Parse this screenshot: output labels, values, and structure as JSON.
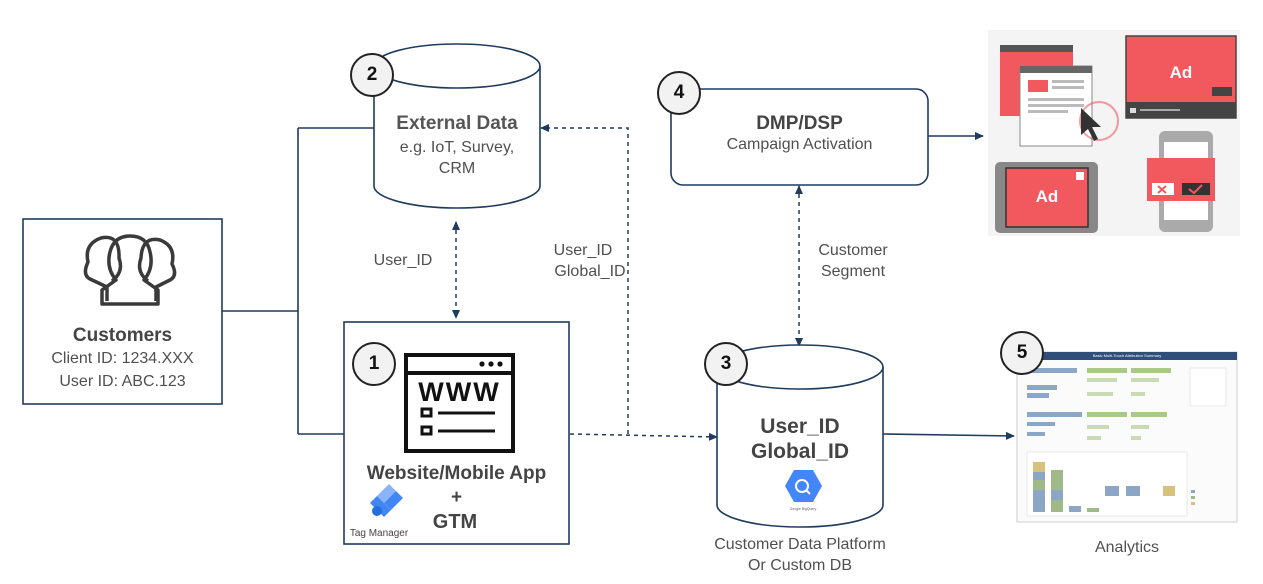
{
  "customers": {
    "title": "Customers",
    "client_id": "Client ID: 1234.XXX",
    "user_id": "User ID: ABC.123",
    "icon": "users-icon"
  },
  "website": {
    "step": "1",
    "title": "Website/Mobile App",
    "plus": "+",
    "gtm": "GTM",
    "tag_manager": "Tag Manager",
    "www": "WWW"
  },
  "external_data": {
    "step": "2",
    "title": "External Data",
    "line1": "e.g. IoT, Survey,",
    "line2": "CRM"
  },
  "cdp": {
    "step": "3",
    "line1": "User_ID",
    "line2": "Global_ID",
    "caption1": "Customer Data Platform",
    "caption2": "Or Custom DB"
  },
  "dmp": {
    "step": "4",
    "title": "DMP/DSP",
    "subtitle": "Campaign Activation"
  },
  "analytics": {
    "step": "5",
    "caption": "Analytics",
    "dashboard_title": "Basic Multi-Touch Attribution Summary"
  },
  "ads": {
    "label1": "Ad",
    "label2": "Ad"
  },
  "edges": {
    "user_id": "User_ID",
    "global_line1": "User_ID",
    "global_line2": "Global_ID",
    "segment_line1": "Customer",
    "segment_line2": "Segment"
  },
  "colors": {
    "line": "#1f3b5e",
    "ad_red": "#f2595f",
    "badge_fill": "#f2f2f2"
  }
}
